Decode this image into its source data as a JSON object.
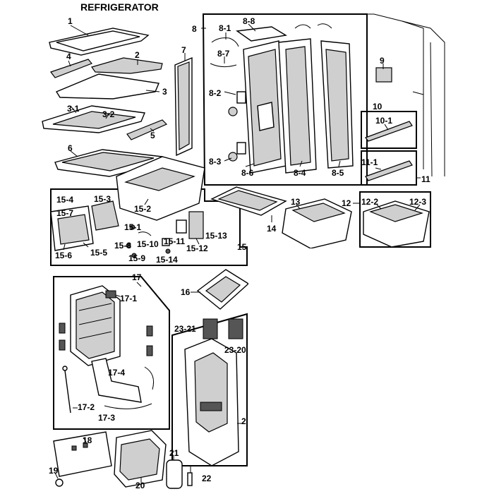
{
  "title": "REFRIGERATOR",
  "parts": {
    "p1": "1",
    "p2": "2",
    "p3": "3",
    "p3_1": "3-1",
    "p3_2": "3-2",
    "p4": "4",
    "p5": "5",
    "p6": "6",
    "p7": "7",
    "p8": "8",
    "p8_1": "8-1",
    "p8_2": "8-2",
    "p8_3": "8-3",
    "p8_4": "8-4",
    "p8_5": "8-5",
    "p8_6": "8-6",
    "p8_7": "8-7",
    "p8_8": "8-8",
    "p9": "9",
    "p10": "10",
    "p10_1": "10-1",
    "p11": "11",
    "p11_1": "11-1",
    "p12": "12",
    "p12_2": "12-2",
    "p12_3": "12-3",
    "p13": "13",
    "p14": "14",
    "p15": "15",
    "p15_1": "15-1",
    "p15_2": "15-2",
    "p15_3": "15-3",
    "p15_4": "15-4",
    "p15_5": "15-5",
    "p15_6": "15-6",
    "p15_7": "15-7",
    "p15_8": "15-8",
    "p15_9": "15-9",
    "p15_10": "15-10",
    "p15_11": "15-11",
    "p15_12": "15-12",
    "p15_13": "15-13",
    "p15_14": "15-14",
    "p16": "16",
    "p17": "17",
    "p17_1": "17-1",
    "p17_2": "17-2",
    "p17_3": "17-3",
    "p17_4": "17-4",
    "p18": "18",
    "p19": "19",
    "p20": "20",
    "p21": "21",
    "p22": "22",
    "p23_21": "23-21",
    "p23_20": "23-20",
    "p23_cut": "2"
  }
}
